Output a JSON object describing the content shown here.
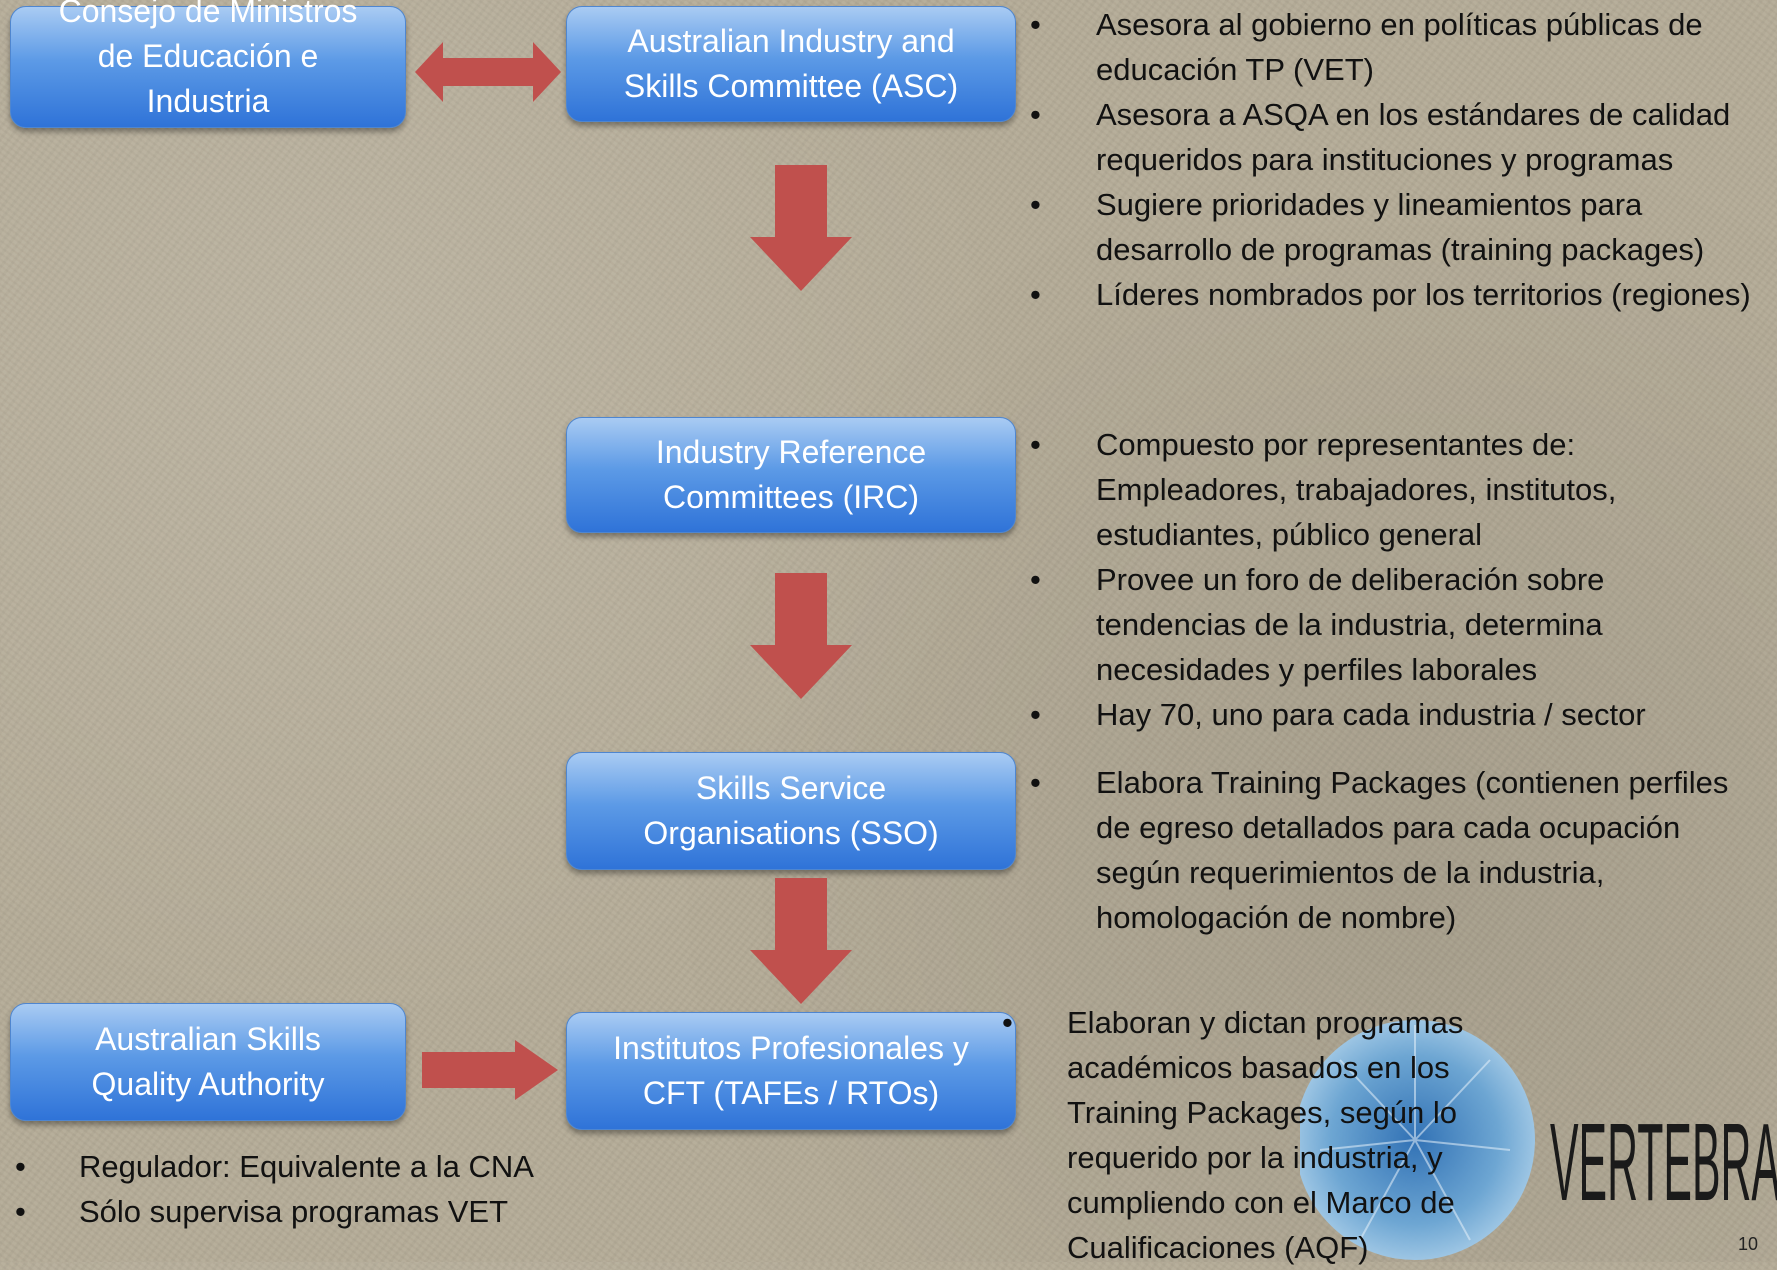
{
  "boxes": {
    "ministers": "Consejo de Ministros\nde Educación e\nIndustria",
    "asc": "Australian Industry and\nSkills Committee (ASC)",
    "irc": "Industry Reference\nCommittees (IRC)",
    "sso": "Skills Service\nOrganisations (SSO)",
    "institutes": "Institutos Profesionales y\nCFT (TAFEs / RTOs)",
    "asqa": "Australian Skills\nQuality Authority"
  },
  "asc_bullets": [
    "Asesora al gobierno en políticas públicas de educación TP (VET)",
    "Asesora a ASQA en los estándares de calidad requeridos para instituciones y programas",
    "Sugiere prioridades y lineamientos para desarrollo de programas (training packages)",
    "Líderes nombrados por los territorios (regiones)"
  ],
  "irc_bullets": [
    "Compuesto por representantes de: Empleadores, trabajadores, institutos, estudiantes, público general",
    "Provee un foro de deliberación sobre tendencias de la industria, determina necesidades  y perfiles laborales",
    "Hay 70, uno para cada industria / sector"
  ],
  "sso_bullets": [
    "Elabora Training Packages (contienen perfiles de egreso detallados para cada ocupación según requerimientos de la industria, homologación de nombre)"
  ],
  "institutes_bullets": [
    "Elaboran y dictan programas académicos basados en los Training Packages, según lo requerido por la industria, y cumpliendo con el Marco de Cualificaciones (AQF)"
  ],
  "asqa_bullets": [
    "Regulador: Equivalente a la CNA",
    "Sólo supervisa programas VET"
  ],
  "logo_text": "VERTEBRA",
  "page_number": "10",
  "colors": {
    "arrow": "#c0504d",
    "box_top": "#a9cbf3",
    "box_bottom": "#2f73d8"
  }
}
